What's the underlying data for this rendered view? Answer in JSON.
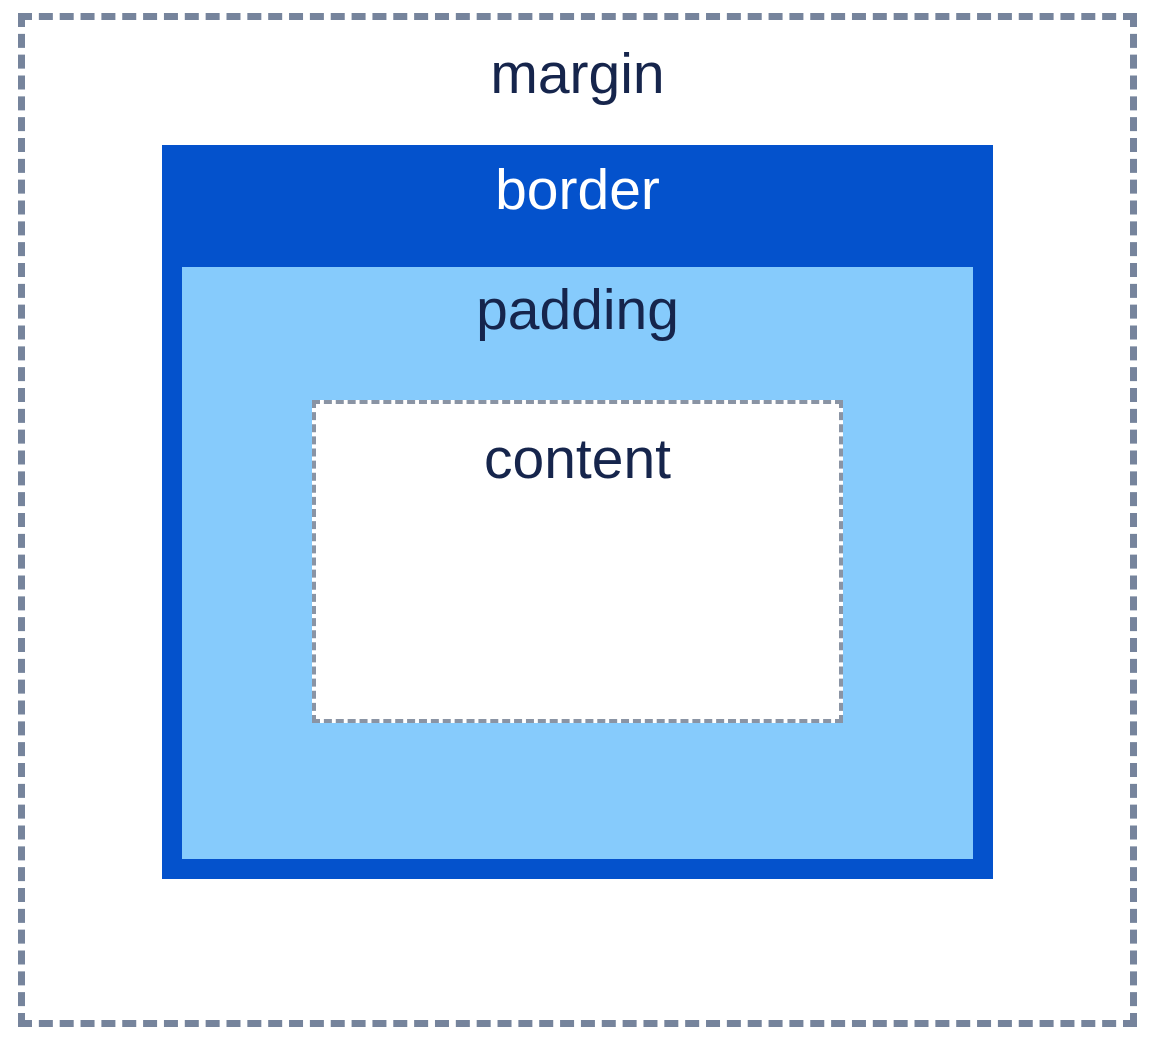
{
  "diagram": {
    "boxes": {
      "margin": {
        "label": "margin"
      },
      "border": {
        "label": "border"
      },
      "padding": {
        "label": "padding"
      },
      "content": {
        "label": "content"
      }
    }
  },
  "colors": {
    "background": "#ffffff",
    "margin_dash": "#76849C",
    "border_fill": "#0452CC",
    "border_text": "#ffffff",
    "padding_fill": "#86CBFC",
    "content_fill": "#ffffff",
    "content_dash": "#8A94A4",
    "label_text": "#16254C"
  }
}
